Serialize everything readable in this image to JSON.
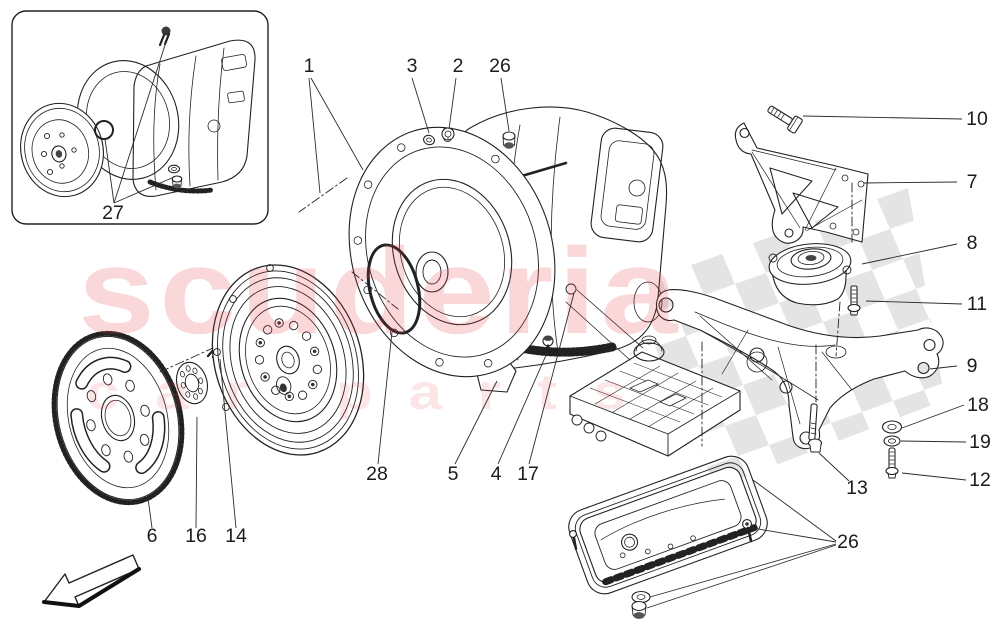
{
  "watermark": {
    "brand": "scuderia",
    "tagline": "car parts",
    "brand_color": "#e8353f",
    "checker_color": "#e4e4e4"
  },
  "callouts": [
    {
      "label": "1"
    },
    {
      "label": "3"
    },
    {
      "label": "2"
    },
    {
      "label": "26"
    },
    {
      "label": "10"
    },
    {
      "label": "7"
    },
    {
      "label": "8"
    },
    {
      "label": "11"
    },
    {
      "label": "9"
    },
    {
      "label": "18"
    },
    {
      "label": "19"
    },
    {
      "label": "12"
    },
    {
      "label": "13"
    },
    {
      "label": "26"
    },
    {
      "label": "27"
    },
    {
      "label": "28"
    },
    {
      "label": "5"
    },
    {
      "label": "4"
    },
    {
      "label": "17"
    },
    {
      "label": "6"
    },
    {
      "label": "16"
    },
    {
      "label": "14"
    }
  ]
}
